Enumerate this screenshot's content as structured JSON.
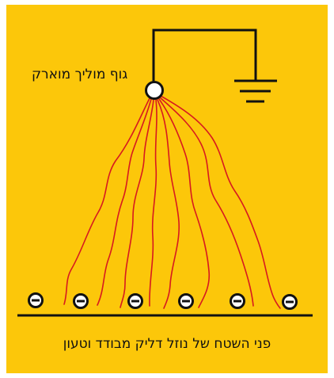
{
  "labels": {
    "conductor": "גוף מוליך מוארק",
    "surface": "פני השטח של נוזל דליק מבודד וטעון"
  },
  "colors": {
    "background": "#fcc70a",
    "discharge_lines": "#d7191f",
    "wires": "#111111",
    "charge_fill": "#ffffff"
  },
  "charges": {
    "symbol": "minus",
    "count": 6
  },
  "discharge_channels": {
    "count": 8
  }
}
